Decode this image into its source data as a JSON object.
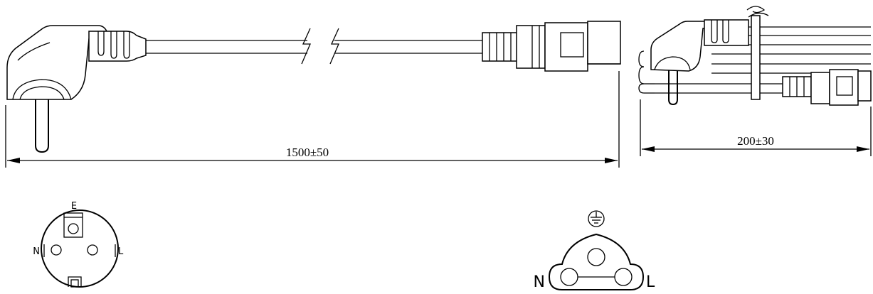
{
  "dimensions": {
    "cord_length": "1500±50",
    "bundle_length": "200±30"
  },
  "plug_face": {
    "earth_label": "E",
    "neutral_label": "N",
    "live_label": "L"
  },
  "connector_face": {
    "neutral_label": "N",
    "live_label": "L",
    "earth_symbol": "earth-ground-icon"
  }
}
